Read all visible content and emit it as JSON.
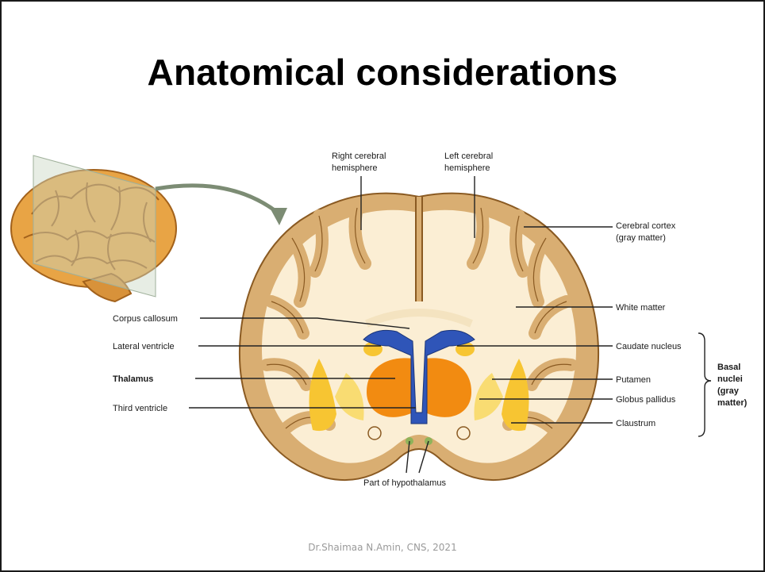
{
  "slide": {
    "title": "Anatomical considerations",
    "footer": "Dr.Shaimaa N.Amin, CNS, 2021"
  },
  "diagram": {
    "labels": {
      "right_hemisphere_1": "Right cerebral",
      "right_hemisphere_2": "hemisphere",
      "left_hemisphere_1": "Left cerebral",
      "left_hemisphere_2": "hemisphere",
      "cortex_1": "Cerebral cortex",
      "cortex_2": "(gray matter)",
      "white_matter": "White matter",
      "corpus_callosum": "Corpus callosum",
      "lateral_ventricle": "Lateral ventricle",
      "thalamus": "Thalamus",
      "third_ventricle": "Third ventricle",
      "caudate": "Caudate nucleus",
      "putamen": "Putamen",
      "globus": "Globus pallidus",
      "claustrum": "Claustrum",
      "basal_1": "Basal",
      "basal_2": "nuclei",
      "basal_3": "(gray",
      "basal_4": "matter)",
      "hypothalamus": "Part of hypothalamus"
    }
  }
}
